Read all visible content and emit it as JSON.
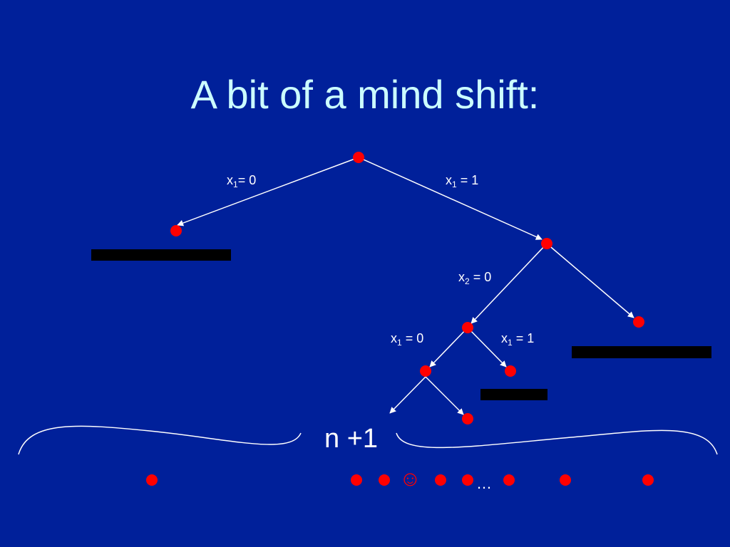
{
  "slide": {
    "title": "A bit of a mind shift:",
    "edge_labels": [
      {
        "var": "x",
        "sub": "1",
        "rest": "= 0"
      },
      {
        "var": "x",
        "sub": "1",
        "rest": " = 1"
      },
      {
        "var": "x",
        "sub": "2",
        "rest": " = 0"
      },
      {
        "var": "x",
        "sub": "1",
        "rest": " = 0"
      },
      {
        "var": "x",
        "sub": "1",
        "rest": " = 1"
      }
    ],
    "count_label": "n +1",
    "smiley": "☺",
    "ellipsis": "…"
  },
  "colors": {
    "background": "#00209a",
    "title": "#ccffff",
    "node": "#ff0000",
    "edge": "#ffffff",
    "bar": "#000000"
  }
}
